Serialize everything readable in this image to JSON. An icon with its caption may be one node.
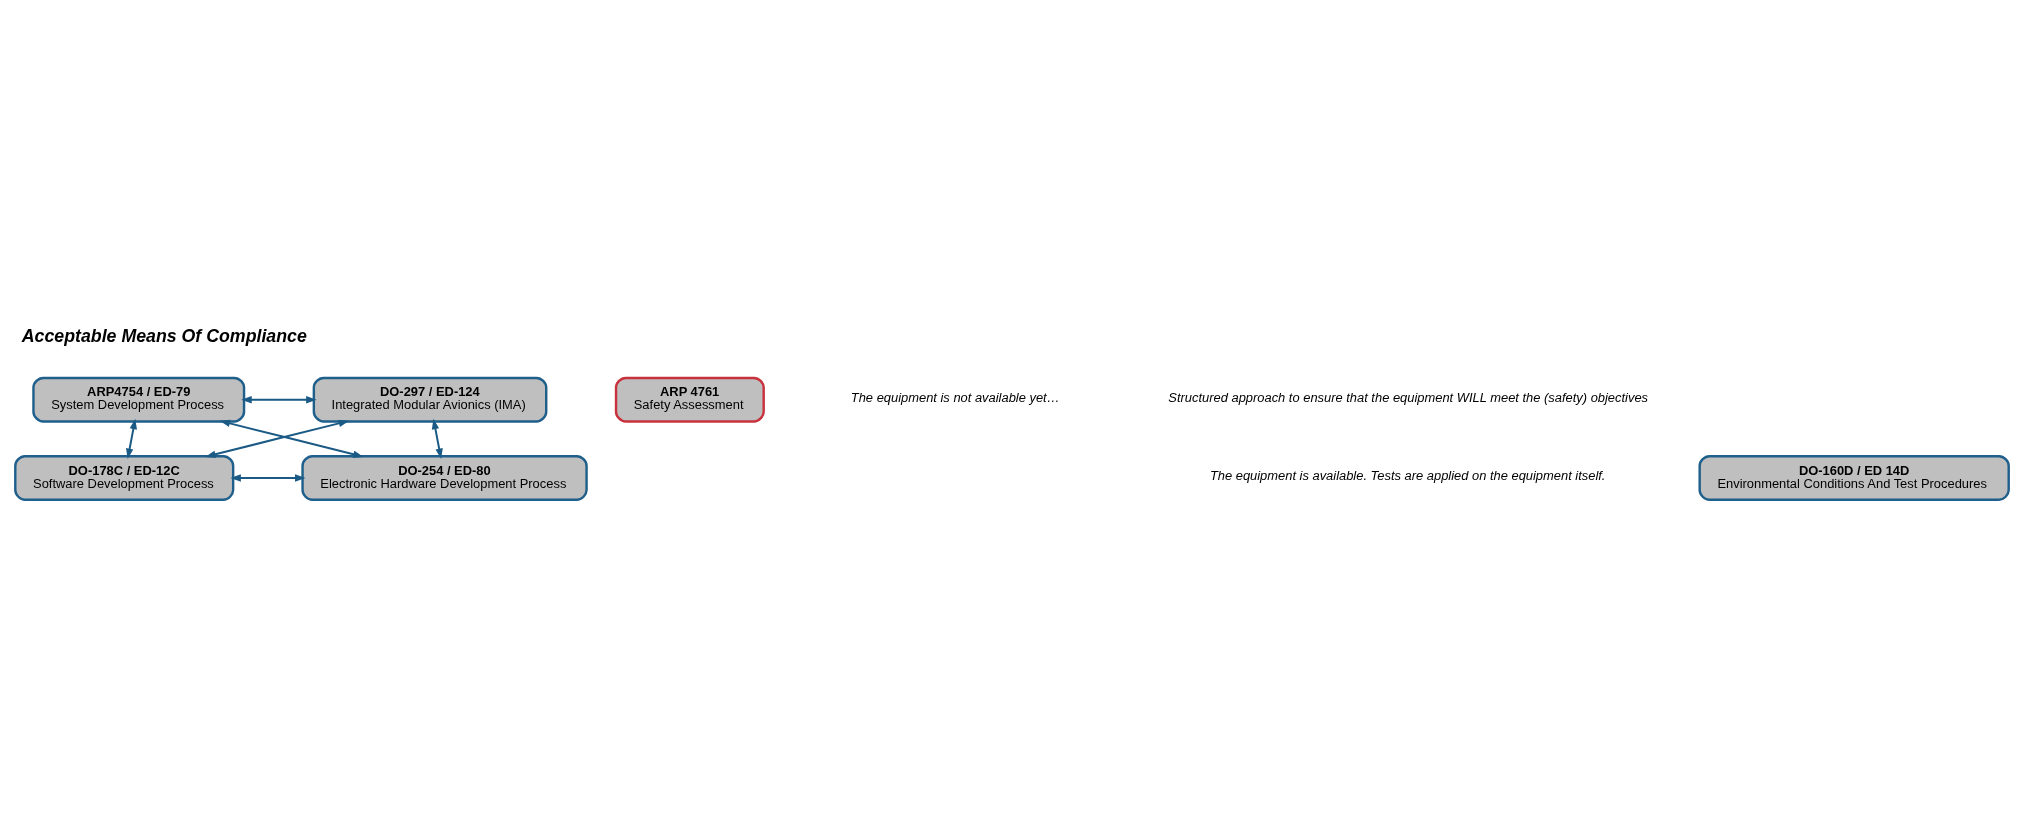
{
  "diagram": {
    "title": "Acceptable Means Of Compliance",
    "nodes": [
      {
        "text": [
          "ARP4754 / ED-79",
          "System Development Process"
        ]
      },
      {
        "text": [
          "ARP 4761",
          "Safety Assessment"
        ]
      },
      {
        "text": [
          "DO-297 / ED-124",
          "Integrated Modular Avionics (IMA)"
        ]
      },
      {
        "text": [
          "DO-178C / ED-12C",
          "Software Development Process"
        ]
      },
      {
        "text": [
          "DO-254 / ED-80",
          "Electronic Hardware Development Process"
        ]
      },
      {
        "text": [
          "DO-160D / ED 14D",
          "Environmental Conditions And Test Procedures"
        ]
      }
    ],
    "edges": [
      {
        "from": 0,
        "to": 3,
        "arrow": "both"
      },
      {
        "from": 0,
        "to": 2,
        "arrow": "both"
      },
      {
        "from": 0,
        "to": 4,
        "arrow": "both"
      },
      {
        "from": 2,
        "to": 3,
        "arrow": "both"
      },
      {
        "from": 2,
        "to": 4,
        "arrow": "both"
      },
      {
        "from": 3,
        "to": 4,
        "arrow": "both"
      }
    ],
    "labels": [
      "The equipment is not available yet…",
      "Structured approach to ensure that the equipment WILL meet the (safety) objectives",
      "The equipment is available. Tests are applied on the equipment itself."
    ]
  }
}
